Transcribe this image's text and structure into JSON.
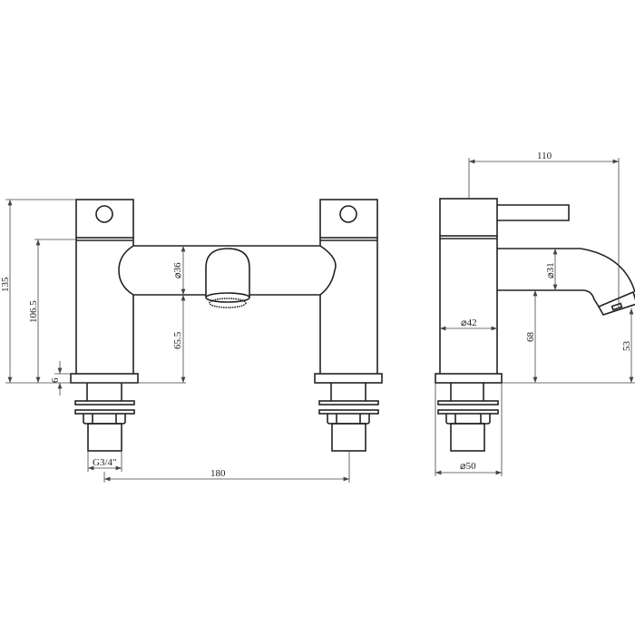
{
  "front_view": {
    "dims": {
      "total_height": "135",
      "spout_top_height": "106.5",
      "base_thickness": "6",
      "bridge_diameter": "⌀36",
      "spout_outlet_height": "65.5",
      "thread": "G3/4\"",
      "centres": "180"
    }
  },
  "side_view": {
    "dims": {
      "projection": "110",
      "spout_diameter": "⌀31",
      "body_diameter": "⌀42",
      "spout_underside_height": "68",
      "outlet_height": "53",
      "base_diameter": "⌀50"
    }
  }
}
